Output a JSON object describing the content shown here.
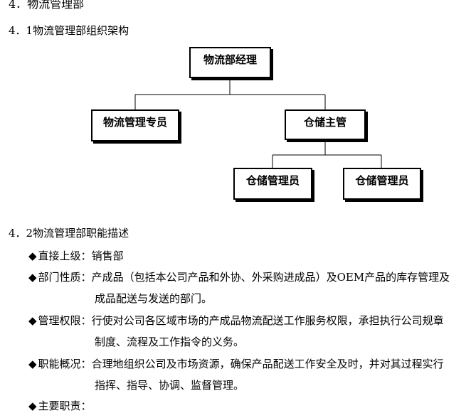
{
  "section_title": "4．物流管理部",
  "org_heading": "4．1物流管理部组织架构",
  "org_chart": {
    "top": "物流部经理",
    "level2_left": "物流管理专员",
    "level2_right": "仓储主管",
    "level3_left": "仓储管理员",
    "level3_right": "仓储管理员"
  },
  "desc_heading": "4．2物流管理部职能描述",
  "bullet_symbol": "◆",
  "items": [
    {
      "label": "直接上级：",
      "lines": [
        "销售部"
      ]
    },
    {
      "label": "部门性质：",
      "lines": [
        "产成品（包括本公司产品和外协、外采购进成品）及OEM产品的库存管理及",
        "成品配送与发送的部门。"
      ]
    },
    {
      "label": "管理权限：",
      "lines": [
        "行使对公司各区域市场的产成品物流配送工作服务权限，承担执行公司规章",
        "制度、流程及工作指令的义务。"
      ]
    },
    {
      "label": "职能概况：",
      "lines": [
        "合理地组织公司及市场资源，确保产品配送工作安全及时，并对其过程实行",
        "指挥、指导、协调、监督管理。"
      ]
    },
    {
      "label": "主要职责：",
      "lines": []
    }
  ]
}
